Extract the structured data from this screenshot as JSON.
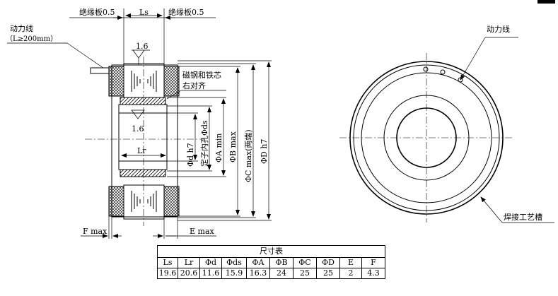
{
  "labels": {
    "insulation_left": "绝缘板0.5",
    "ls": "Ls",
    "insulation_right": "绝缘板0.5",
    "power_line": "动力线",
    "power_line_spec": "（L≥200mm）",
    "rough_top": "1.6",
    "magnet_core_1": "磁钢和铁芯",
    "magnet_core_2": "右对齐",
    "rough_bore": "1.6",
    "lr": "Lr",
    "dim_d": "Φd h7",
    "dim_ds": "定子内孔Φds",
    "dim_a": "ΦA min",
    "dim_b": "ΦB max",
    "dim_c": "ΦC max(两端)",
    "dim_D": "ΦD h7",
    "f_max": "F max",
    "e_max": "E max",
    "power_line_right": "动力线",
    "weld_groove": "焊接工艺槽"
  },
  "table": {
    "title": "尺寸表",
    "headers": [
      "Ls",
      "Lr",
      "Φd",
      "Φds",
      "ΦA",
      "ΦB",
      "ΦC",
      "ΦD",
      "E",
      "F"
    ],
    "values": [
      "19.6",
      "20.6",
      "11.6",
      "15.9",
      "16.3",
      "24",
      "25",
      "25",
      "2",
      "4.3"
    ]
  }
}
